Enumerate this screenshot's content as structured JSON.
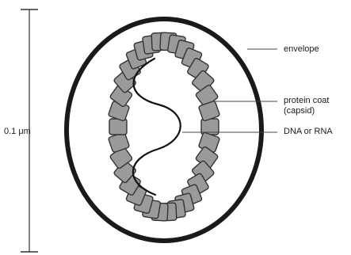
{
  "labels": {
    "scale": "0.1 μm",
    "envelope": "envelope",
    "capsid_line1": "protein coat",
    "capsid_line2": "(capsid)",
    "nucleic_acid": "DNA or RNA"
  },
  "colors": {
    "envelope": "#1a1a1a",
    "capsomere_fill": "#9a9a9a",
    "capsomere_stroke": "#333333",
    "nucleic_acid": "#111111",
    "leader": "#444444",
    "background": "#ffffff"
  },
  "structure": {
    "capsomere_count": 34
  }
}
